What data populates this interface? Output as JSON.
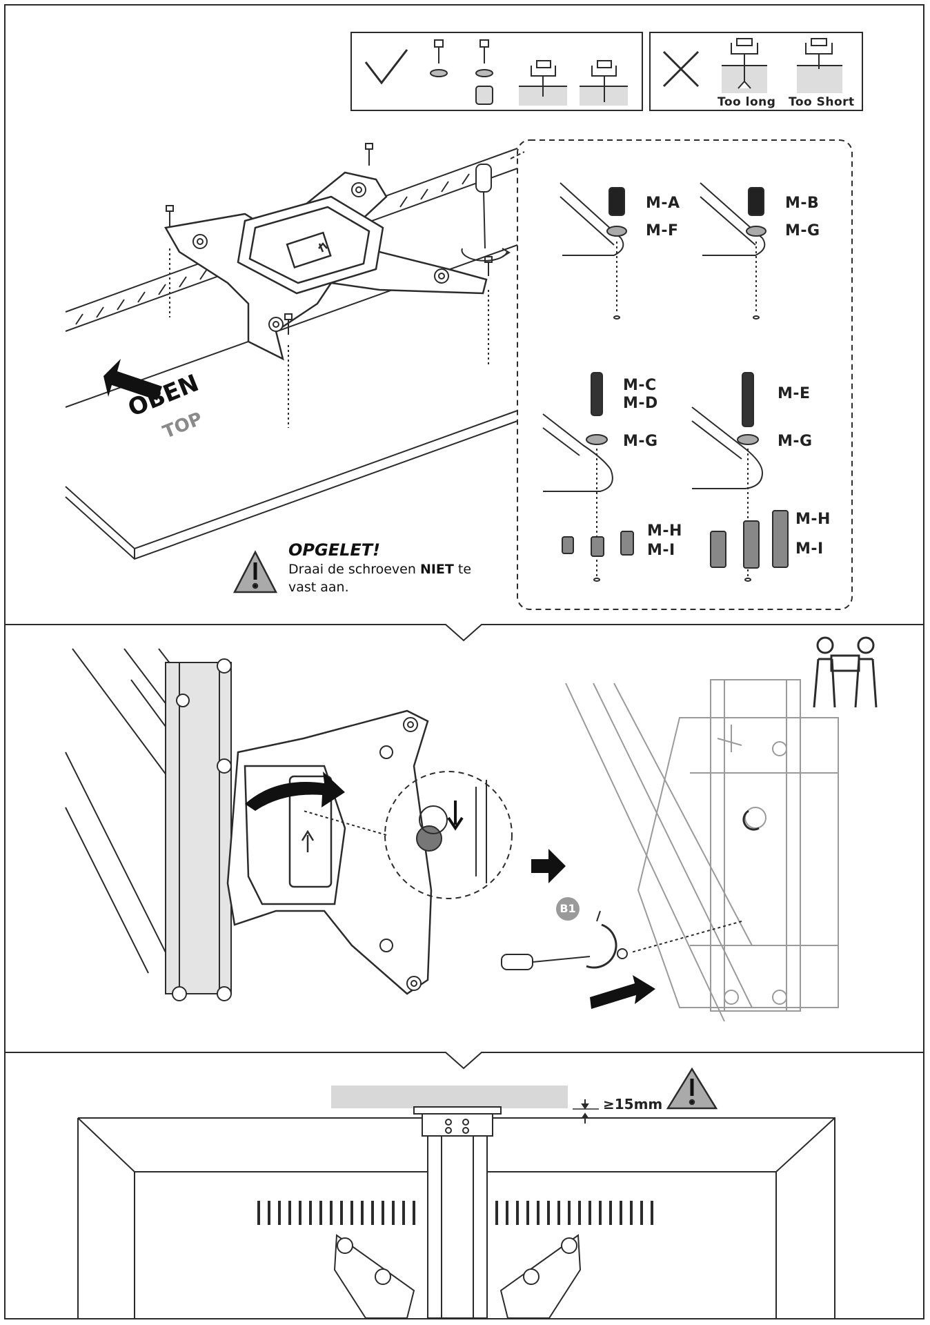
{
  "fit_check": {
    "too_long_label": "Too long",
    "too_short_label": "Too Short"
  },
  "screw_labels": {
    "ma": "M-A",
    "mf": "M-F",
    "mb": "M-B",
    "mg1": "M-G",
    "mc": "M-C",
    "md": "M-D",
    "mg2": "M-G",
    "me": "M-E",
    "mg3": "M-G",
    "mh1": "M-H",
    "mi1": "M-I",
    "mh2": "M-H",
    "mi2": "M-I"
  },
  "orientation": {
    "oben": "OBEN",
    "top": "TOP"
  },
  "warning": {
    "title": "OPGELET!",
    "body_before": "Draai de schroeven ",
    "body_bold": "NIET",
    "body_after": " te vast aan."
  },
  "step2": {
    "badge": "B1"
  },
  "step3": {
    "clearance": "≥15mm"
  },
  "colors": {
    "line": "#2b2b2b",
    "grey_fill": "#d8d8d8",
    "dark_grey": "#8a8a8a"
  }
}
